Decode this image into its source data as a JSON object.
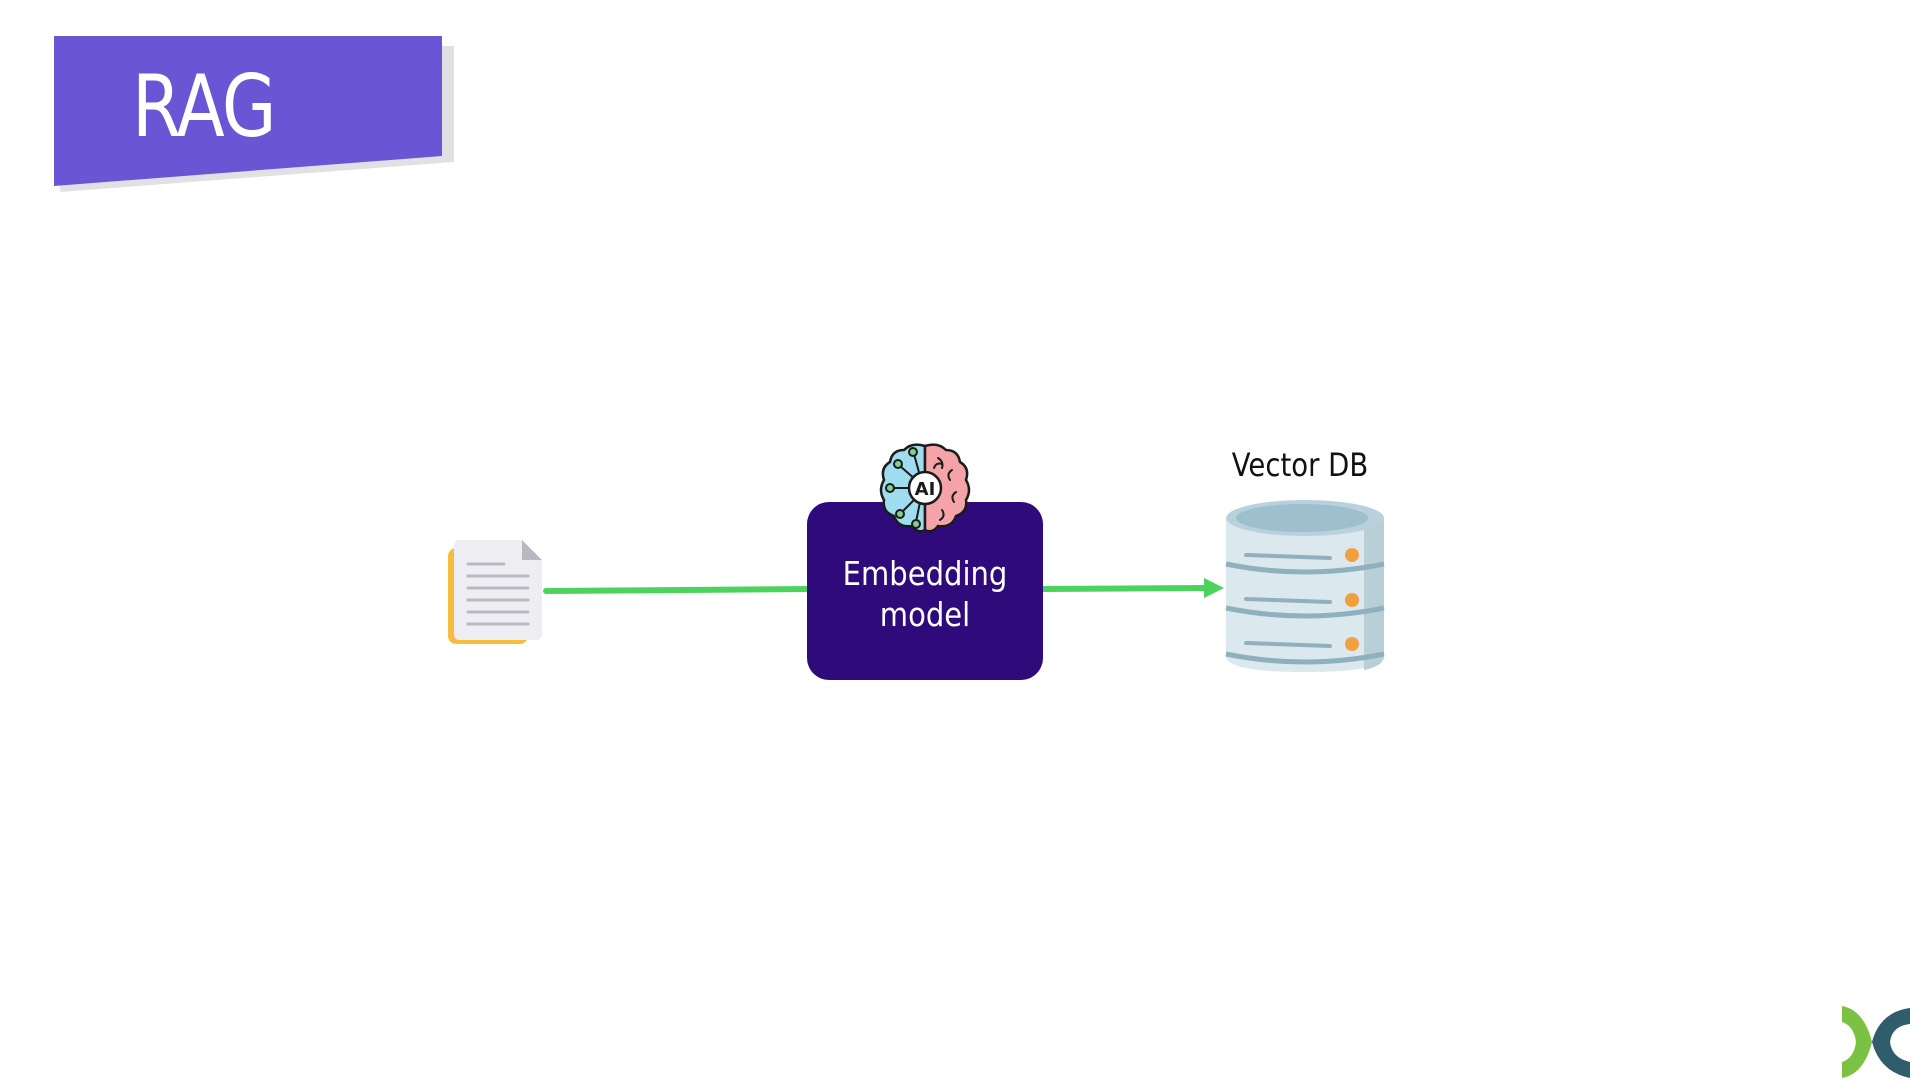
{
  "slide": {
    "title": "RAG"
  },
  "diagram": {
    "nodes": [
      {
        "id": "document",
        "icon": "document-icon",
        "label": ""
      },
      {
        "id": "embedding",
        "icon": "ai-brain-icon",
        "label": "Embedding model"
      },
      {
        "id": "vector_db",
        "icon": "database-icon",
        "label": "Vector DB"
      }
    ],
    "edges": [
      {
        "from": "document",
        "to": "embedding",
        "arrowhead": false
      },
      {
        "from": "embedding",
        "to": "vector_db",
        "arrowhead": true
      }
    ]
  },
  "colors": {
    "banner": "#6a55d4",
    "model_box": "#2e0a7a",
    "connector": "#4cd35d",
    "db_body": "#d8e6ec",
    "db_accent": "#f2a03d",
    "doc_back": "#f7bd3c",
    "logo_green": "#7cc242",
    "logo_dark": "#2f5d6b"
  }
}
